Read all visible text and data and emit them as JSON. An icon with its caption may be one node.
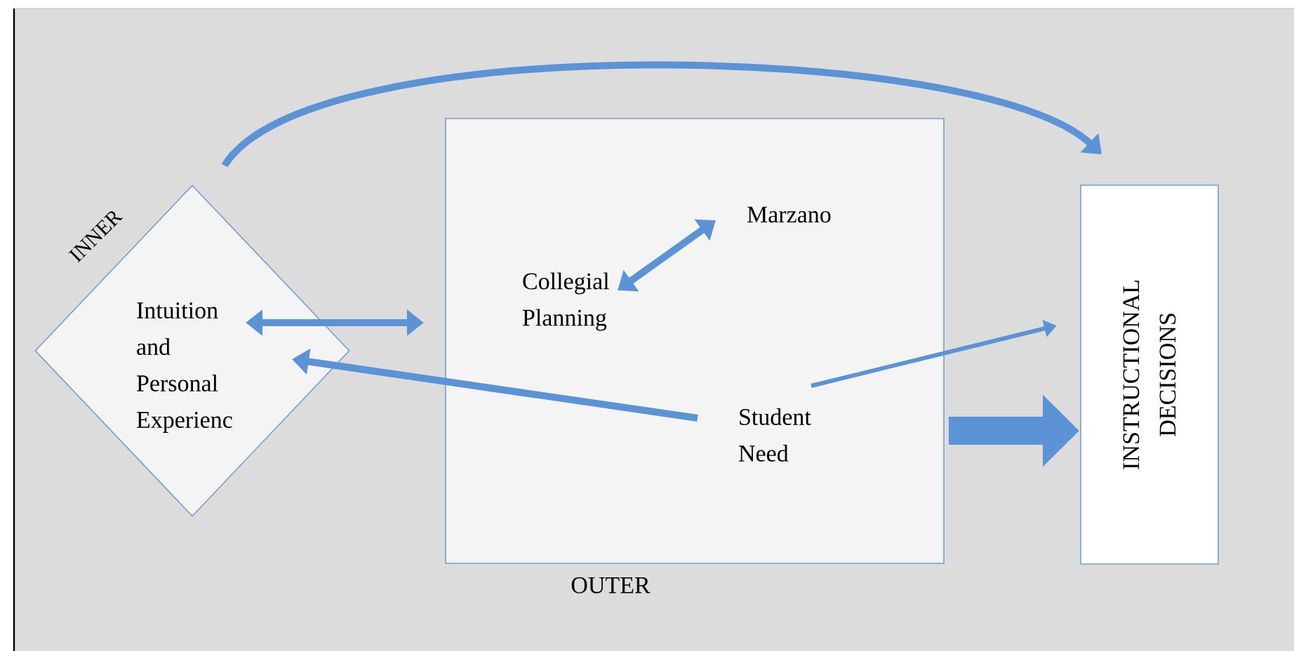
{
  "diagram": {
    "nodes": [
      {
        "text": [
          "Intuition and Personal Experienc"
        ],
        "beside": [
          "INNER"
        ]
      },
      {
        "text": [
          "OUTER"
        ]
      },
      {
        "text": [
          "Collegial Planning"
        ],
        "in": 1
      },
      {
        "text": [
          "Marzano"
        ],
        "in": 1
      },
      {
        "text": [
          "Student Need"
        ],
        "in": 1
      },
      {
        "text": [
          "INSTRUCTIONAL DECISIONS"
        ]
      }
    ],
    "edges": [
      {
        "from": 0,
        "to": 5,
        "arrow": "to"
      },
      {
        "from": 0,
        "to": 1,
        "arrow": "both"
      },
      {
        "from": 2,
        "to": 3,
        "arrow": "both"
      },
      {
        "from": 4,
        "to": 0,
        "arrow": "to"
      },
      {
        "from": 4,
        "to": 5,
        "arrow": "to"
      },
      {
        "from": 1,
        "to": 5,
        "arrow": "to",
        "style": "thick"
      }
    ]
  }
}
